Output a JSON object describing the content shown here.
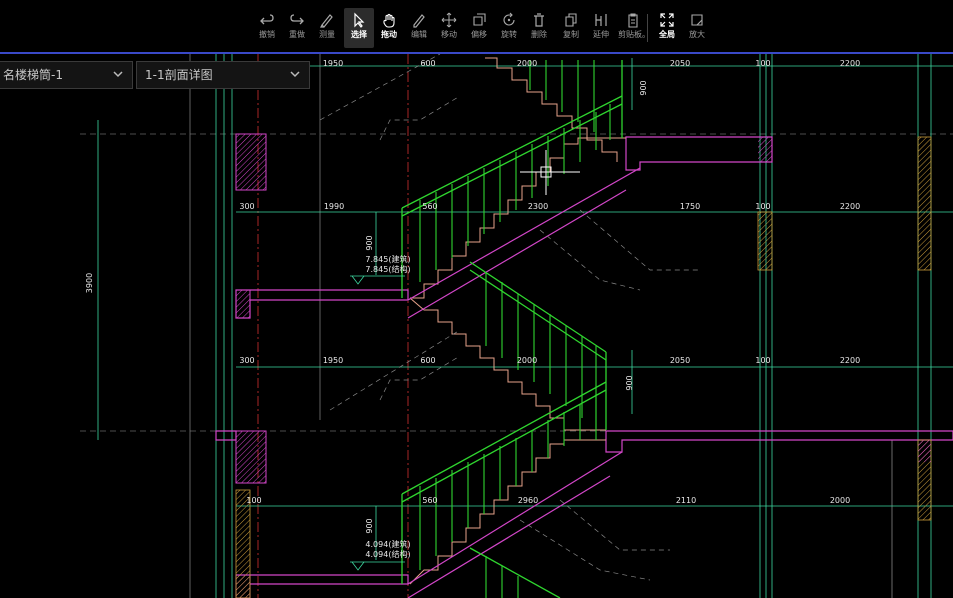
{
  "toolbar": {
    "items": [
      {
        "label": "撤销",
        "icon": "undo-icon"
      },
      {
        "label": "重做",
        "icon": "redo-icon"
      },
      {
        "label": "测量",
        "icon": "measure-icon"
      },
      {
        "label": "选择",
        "icon": "select-cursor-icon",
        "active": true
      },
      {
        "label": "拖动",
        "icon": "hand-drag-icon",
        "bold": true
      },
      {
        "label": "编辑",
        "icon": "edit-pencil-icon"
      },
      {
        "label": "移动",
        "icon": "move-icon"
      },
      {
        "label": "偏移",
        "icon": "offset-icon"
      },
      {
        "label": "旋转",
        "icon": "rotate-icon"
      },
      {
        "label": "删除",
        "icon": "delete-icon"
      },
      {
        "label": "复制",
        "icon": "copy-icon"
      },
      {
        "label": "延伸",
        "icon": "extend-icon"
      },
      {
        "label": "剪贴板。",
        "icon": "clipboard-icon"
      },
      {
        "label": "全局",
        "icon": "fullscreen-icon",
        "bold": true
      },
      {
        "label": "放大",
        "icon": "zoom-icon"
      }
    ]
  },
  "selectors": {
    "stairwell": "名楼梯筒-1",
    "section": "1-1剖面详图"
  },
  "drawing": {
    "dims_row1": [
      "1950",
      "600",
      "2000",
      "2050",
      "100",
      "2200"
    ],
    "dims_row2": [
      "300",
      "1990",
      "560",
      "2300",
      "1750",
      "100",
      "2200"
    ],
    "dims_row3": [
      "300",
      "1950",
      "600",
      "2000",
      "2050",
      "100",
      "2200"
    ],
    "dims_row4": [
      "100",
      "560",
      "2960",
      "2110",
      "2000"
    ],
    "height_left": "3900",
    "rail_900": [
      "900",
      "900",
      "900",
      "900"
    ],
    "level_a": [
      "7.845(建筑)",
      "7.845(结构)"
    ],
    "level_b": [
      "4.094(建筑)",
      "4.094(结构)"
    ]
  },
  "colors": {
    "background": "#000000",
    "dimension": "#3dd8a0",
    "railing": "#2fd52f",
    "slab": "#d246c8",
    "stair": "#e6a28a",
    "accent": "#3a49c8"
  }
}
